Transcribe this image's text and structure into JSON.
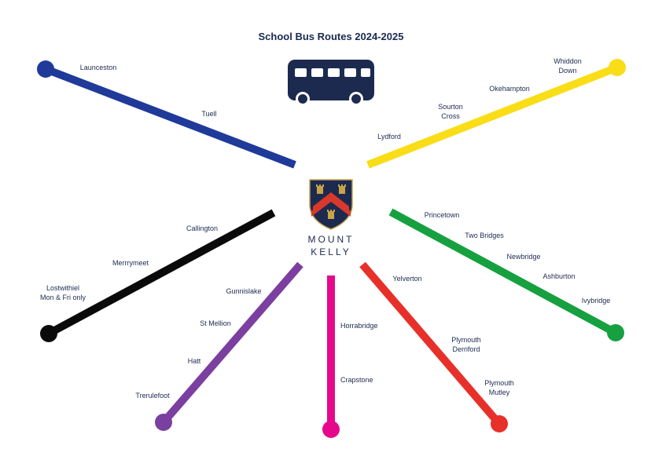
{
  "title": "School Bus Routes 2024-2025",
  "school": {
    "line1": "MOUNT",
    "line2": "KELLY"
  },
  "colors": {
    "navy": "#1f3a99",
    "yellow": "#f9dd17",
    "black": "#0a0a0a",
    "purple": "#7b3fa0",
    "magenta": "#e6088c",
    "red": "#e8302a",
    "green": "#17a03f",
    "crest_navy": "#1c2a4f",
    "crest_red": "#d8392b",
    "crest_gold": "#c9a24a"
  },
  "icons": {
    "bus": "bus-icon",
    "crest": "school-crest-icon"
  },
  "routes": [
    {
      "id": "launceston",
      "color": "navy",
      "stops": [
        "Launceston",
        "Tuell"
      ]
    },
    {
      "id": "whiddon-down",
      "color": "yellow",
      "stops": [
        "Whiddon\nDown",
        "Okehampton",
        "Sourton\nCross",
        "Lydford"
      ]
    },
    {
      "id": "lostwithiel",
      "color": "black",
      "stops": [
        "Callington",
        "Merrrymeet",
        "Lostwithiel\nMon & Fri only"
      ]
    },
    {
      "id": "trerulefoot",
      "color": "purple",
      "stops": [
        "Gunnislake",
        "St Mellion",
        "Hatt",
        "Trerulefoot"
      ]
    },
    {
      "id": "crapstone",
      "color": "magenta",
      "stops": [
        "Horrabridge",
        "Crapstone"
      ]
    },
    {
      "id": "plymouth-mutley",
      "color": "red",
      "stops": [
        "Yelverton",
        "Plymouth\nDerriford",
        "Plymouth\nMutley"
      ]
    },
    {
      "id": "ivybridge",
      "color": "green",
      "stops": [
        "Princetown",
        "Two Bridges",
        "Newbridge",
        "Ashburton",
        "Ivybridge"
      ]
    }
  ]
}
